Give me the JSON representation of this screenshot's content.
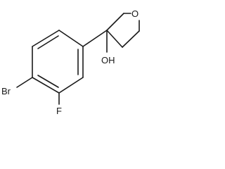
{
  "molecule": {
    "atoms": {
      "oxygen_ring": "O",
      "hydroxyl": "OH",
      "bromine": "Br",
      "fluorine": "F"
    },
    "colors": {
      "bond": "#1a1a1a",
      "label": "#1a1a1a",
      "background": "#ffffff"
    }
  }
}
